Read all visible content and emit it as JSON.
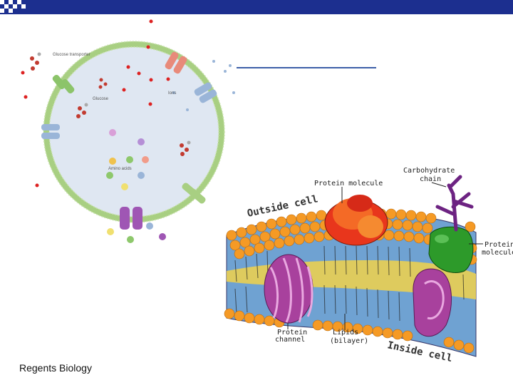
{
  "footer": {
    "text": "Regents Biology"
  },
  "cell_diagram": {
    "glucose_transporter": "Glucose transporter",
    "glucose": "Glucose",
    "ions": "Ions",
    "amino_acids": "Amino acids"
  },
  "membrane_diagram": {
    "outside_cell": "Outside cell",
    "inside_cell": "Inside cell",
    "protein_molecule_top": "Protein molecule",
    "carbohydrate_chain_line1": "Carbohydrate",
    "carbohydrate_chain_line2": "chain",
    "protein_molecule_right_line1": "Protein",
    "protein_molecule_right_line2": "molecule",
    "protein_channel_line1": "Protein",
    "protein_channel_line2": "channel",
    "lipids_line1": "Lipids",
    "lipids_line2": "(bilayer)"
  },
  "colors": {
    "header_bar": "#1c2f8f",
    "title_rule": "#3d5fa8",
    "cell_fill": "#dfe7f2",
    "cell_membrane": "#a8cf82",
    "lipid_head": "#f59a25",
    "channel_protein": "#a8419d",
    "protein_red": "#e8361c",
    "protein_green": "#2d9a2a",
    "carbohydrate": "#6d2382"
  }
}
